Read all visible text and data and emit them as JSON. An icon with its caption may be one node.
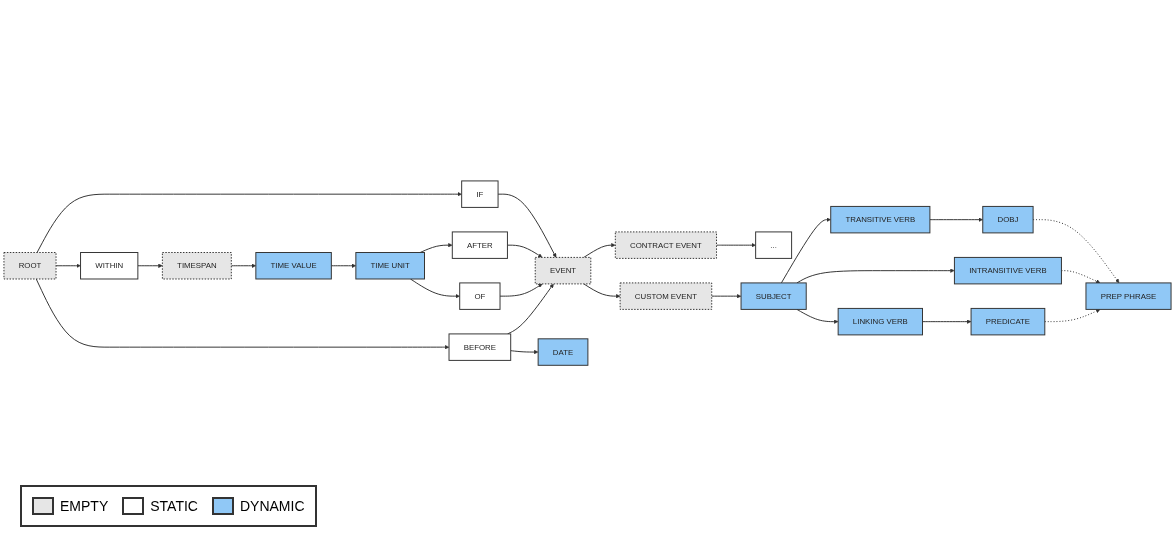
{
  "diagram": {
    "nodes": [
      {
        "text": [
          "ROOT"
        ]
      },
      {
        "text": [
          "IF"
        ]
      },
      {
        "text": [
          "WITHIN"
        ]
      },
      {
        "text": [
          "BEFORE"
        ]
      },
      {
        "text": [
          "TIMESPAN"
        ]
      },
      {
        "text": [
          "TIME VALUE"
        ]
      },
      {
        "text": [
          "TIME UNIT"
        ]
      },
      {
        "text": [
          "AFTER"
        ]
      },
      {
        "text": [
          "OF"
        ]
      },
      {
        "text": [
          "EVENT"
        ]
      },
      {
        "text": [
          "DATE"
        ]
      },
      {
        "text": [
          "CONTRACT EVENT"
        ]
      },
      {
        "text": [
          "..."
        ]
      },
      {
        "text": [
          "CUSTOM EVENT"
        ]
      },
      {
        "text": [
          "SUBJECT"
        ]
      },
      {
        "text": [
          "TRANSITIVE VERB"
        ]
      },
      {
        "text": [
          "INTRANSITIVE VERB"
        ]
      },
      {
        "text": [
          "LINKING VERB"
        ]
      },
      {
        "text": [
          "DOBJ"
        ]
      },
      {
        "text": [
          "PREDICATE"
        ]
      },
      {
        "text": [
          "PREP PHRASE"
        ]
      }
    ],
    "edges": [
      {
        "from": 0,
        "to": 1,
        "arrow": "to"
      },
      {
        "from": 0,
        "to": 2,
        "arrow": "to"
      },
      {
        "from": 0,
        "to": 3,
        "arrow": "to"
      },
      {
        "from": 1,
        "to": 9,
        "arrow": "to"
      },
      {
        "from": 2,
        "to": 4,
        "arrow": "to"
      },
      {
        "from": 4,
        "to": 5,
        "arrow": "to"
      },
      {
        "from": 5,
        "to": 6,
        "arrow": "to"
      },
      {
        "from": 6,
        "to": 7,
        "arrow": "to"
      },
      {
        "from": 6,
        "to": 8,
        "arrow": "to"
      },
      {
        "from": 7,
        "to": 9,
        "arrow": "to"
      },
      {
        "from": 8,
        "to": 9,
        "arrow": "to"
      },
      {
        "from": 3,
        "to": 9,
        "arrow": "to"
      },
      {
        "from": 3,
        "to": 10,
        "arrow": "to"
      },
      {
        "from": 9,
        "to": 11,
        "arrow": "to"
      },
      {
        "from": 9,
        "to": 13,
        "arrow": "to"
      },
      {
        "from": 11,
        "to": 12,
        "arrow": "to"
      },
      {
        "from": 13,
        "to": 14,
        "arrow": "to"
      },
      {
        "from": 14,
        "to": 15,
        "arrow": "to"
      },
      {
        "from": 14,
        "to": 16,
        "arrow": "to"
      },
      {
        "from": 14,
        "to": 17,
        "arrow": "to"
      },
      {
        "from": 15,
        "to": 18,
        "arrow": "to"
      },
      {
        "from": 17,
        "to": 19,
        "arrow": "to"
      },
      {
        "from": 18,
        "to": 20,
        "arrow": "to",
        "style": "dashed"
      },
      {
        "from": 16,
        "to": 20,
        "arrow": "to",
        "style": "dashed"
      },
      {
        "from": 19,
        "to": 20,
        "arrow": "to",
        "style": "dashed"
      }
    ],
    "legend": [
      {
        "text": "EMPTY",
        "color": "#e6e6e6"
      },
      {
        "text": "STATIC",
        "color": "#ffffff"
      },
      {
        "text": "DYNAMIC",
        "color": "#90c8f6"
      }
    ]
  }
}
